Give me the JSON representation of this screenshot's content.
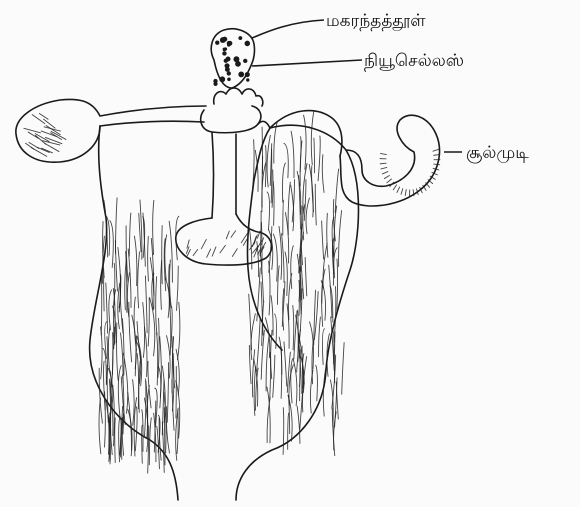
{
  "labels": {
    "pollen_grain": "மகரந்தத்தூள்",
    "nucellus": "நியூசெல்லஸ்",
    "ovule": "சூல்முடி"
  },
  "colors": {
    "ink": "#1a1a1a",
    "paper": "#fbfbfb"
  }
}
